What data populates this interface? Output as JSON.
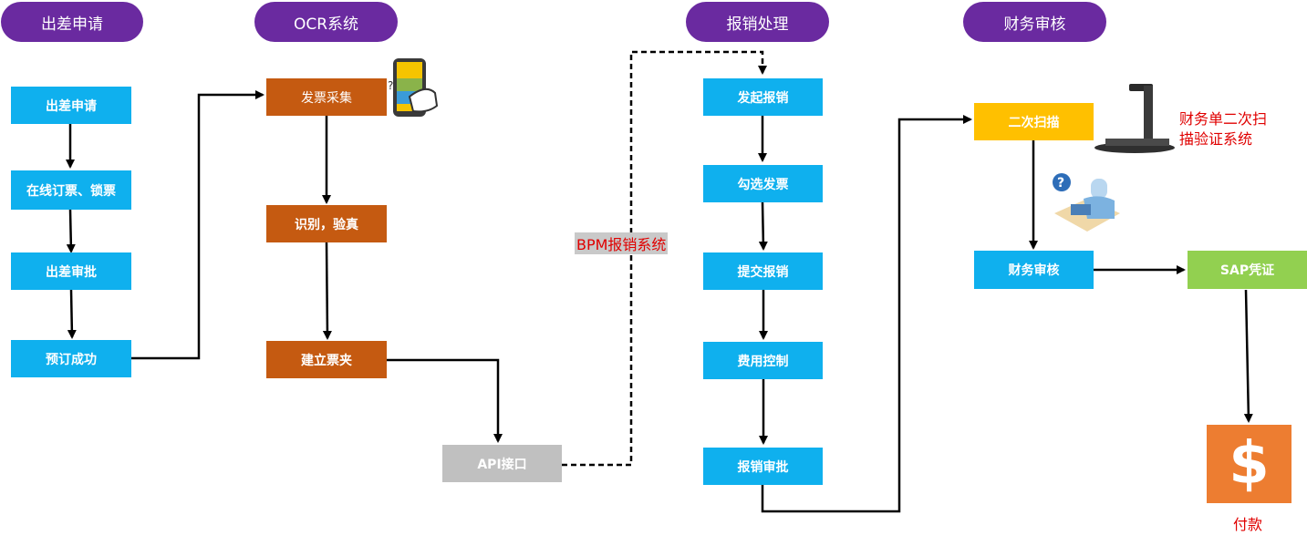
{
  "colors": {
    "header": "#6a2aa0",
    "blue": "#0fb0ee",
    "orange": "#c55a11",
    "gray": "#c0c0c0",
    "yellow": "#ffc000",
    "green": "#92d050",
    "pay": "#ed7d31",
    "red_text": "#e00000"
  },
  "headers": {
    "travel": "出差申请",
    "ocr": "OCR系统",
    "reimburse": "报销处理",
    "audit": "财务审核"
  },
  "travel_steps": {
    "apply": "出差申请",
    "book": "在线订票、锁票",
    "approve": "出差审批",
    "success": "预订成功"
  },
  "ocr_steps": {
    "collect": "发票采集",
    "verify": "识别，验真",
    "folder": "建立票夹"
  },
  "api": {
    "label": "API接口",
    "bpm_label": "BPM报销系统"
  },
  "reimburse_steps": {
    "start": "发起报销",
    "select": "勾选发票",
    "submit": "提交报销",
    "control": "费用控制",
    "approve": "报销审批"
  },
  "audit_steps": {
    "scan": "二次扫描",
    "scan_system_line1": "财务单二次扫",
    "scan_system_line2": "描验证系统",
    "audit": "财务审核",
    "sap": "SAP凭证",
    "pay_symbol": "$",
    "pay_label": "付款"
  },
  "icons": {
    "phone": "phone-scan-icon",
    "scanner": "document-scanner-icon",
    "auditor": "auditor-question-icon",
    "dollar": "dollar-icon"
  }
}
